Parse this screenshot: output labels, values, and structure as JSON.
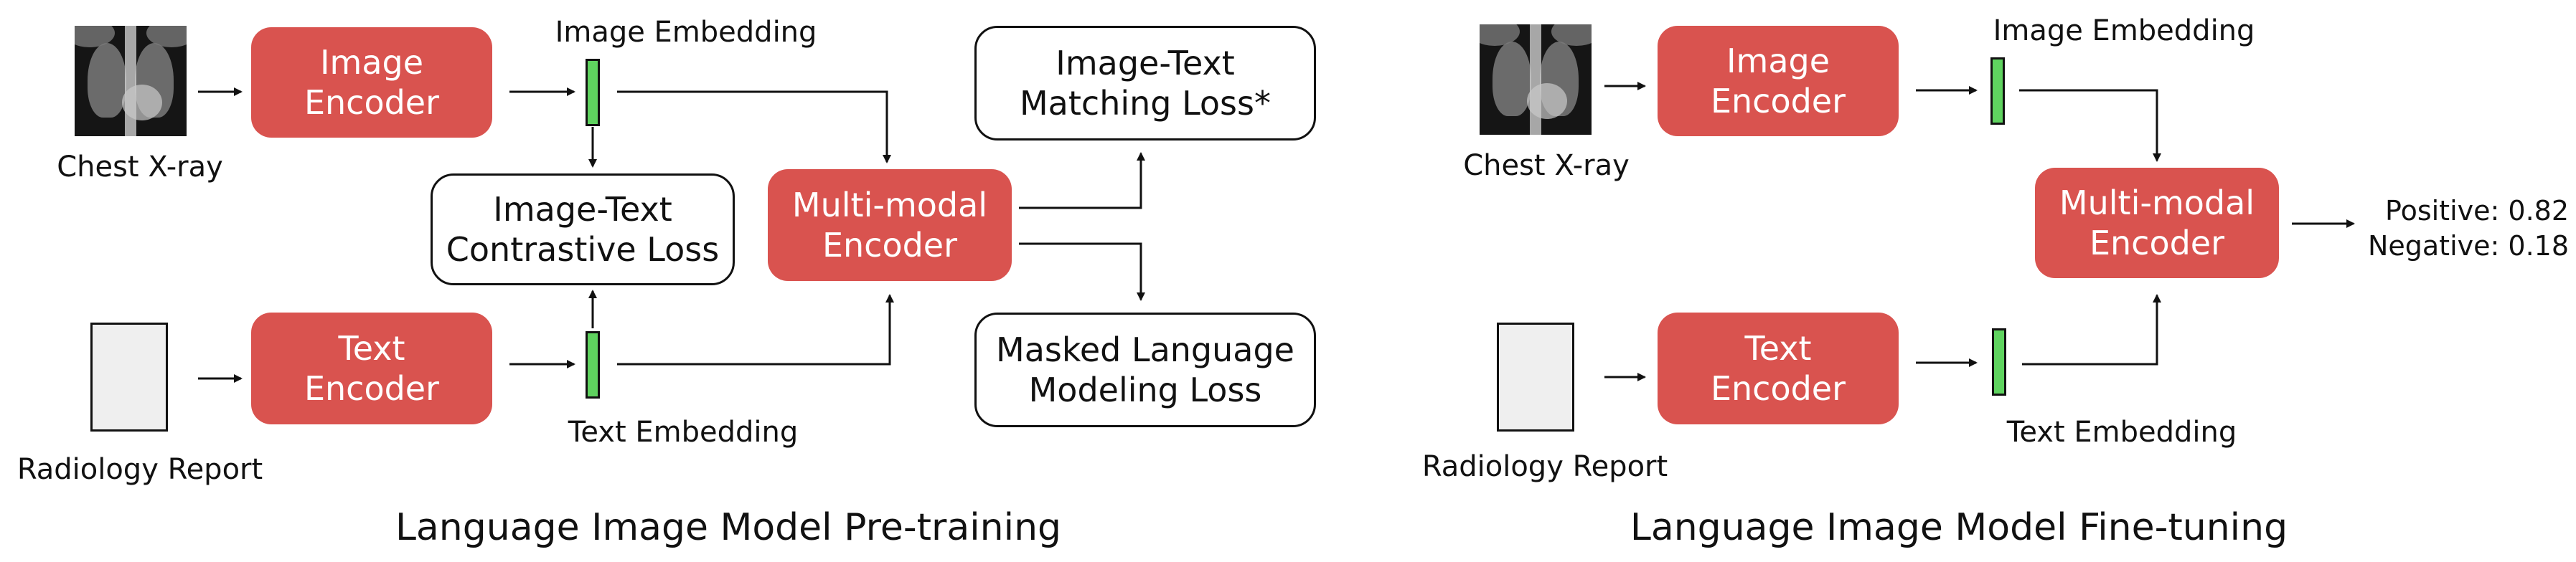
{
  "colors": {
    "encoder": "#d9534f",
    "embedding": "#5fd35f",
    "line": "#111111"
  },
  "pretraining": {
    "title": "Language Image Model Pre-training",
    "chest_xray_label": "Chest X-ray",
    "radiology_report_label": "Radiology Report",
    "image_encoder": "Image\nEncoder",
    "text_encoder": "Text\nEncoder",
    "image_embedding_label": "Image Embedding",
    "text_embedding_label": "Text Embedding",
    "contrastive_loss": "Image-Text\nContrastive Loss",
    "multimodal_encoder": "Multi-modal\nEncoder",
    "matching_loss": "Image-Text\nMatching Loss*",
    "mlm_loss": "Masked Language\nModeling Loss"
  },
  "finetuning": {
    "title": "Language Image Model Fine-tuning",
    "chest_xray_label": "Chest X-ray",
    "radiology_report_label": "Radiology Report",
    "image_encoder": "Image\nEncoder",
    "text_encoder": "Text\nEncoder",
    "image_embedding_label": "Image Embedding",
    "text_embedding_label": "Text Embedding",
    "multimodal_encoder": "Multi-modal\nEncoder",
    "positive_output": "Positive: 0.82",
    "negative_output": "Negative: 0.18"
  }
}
